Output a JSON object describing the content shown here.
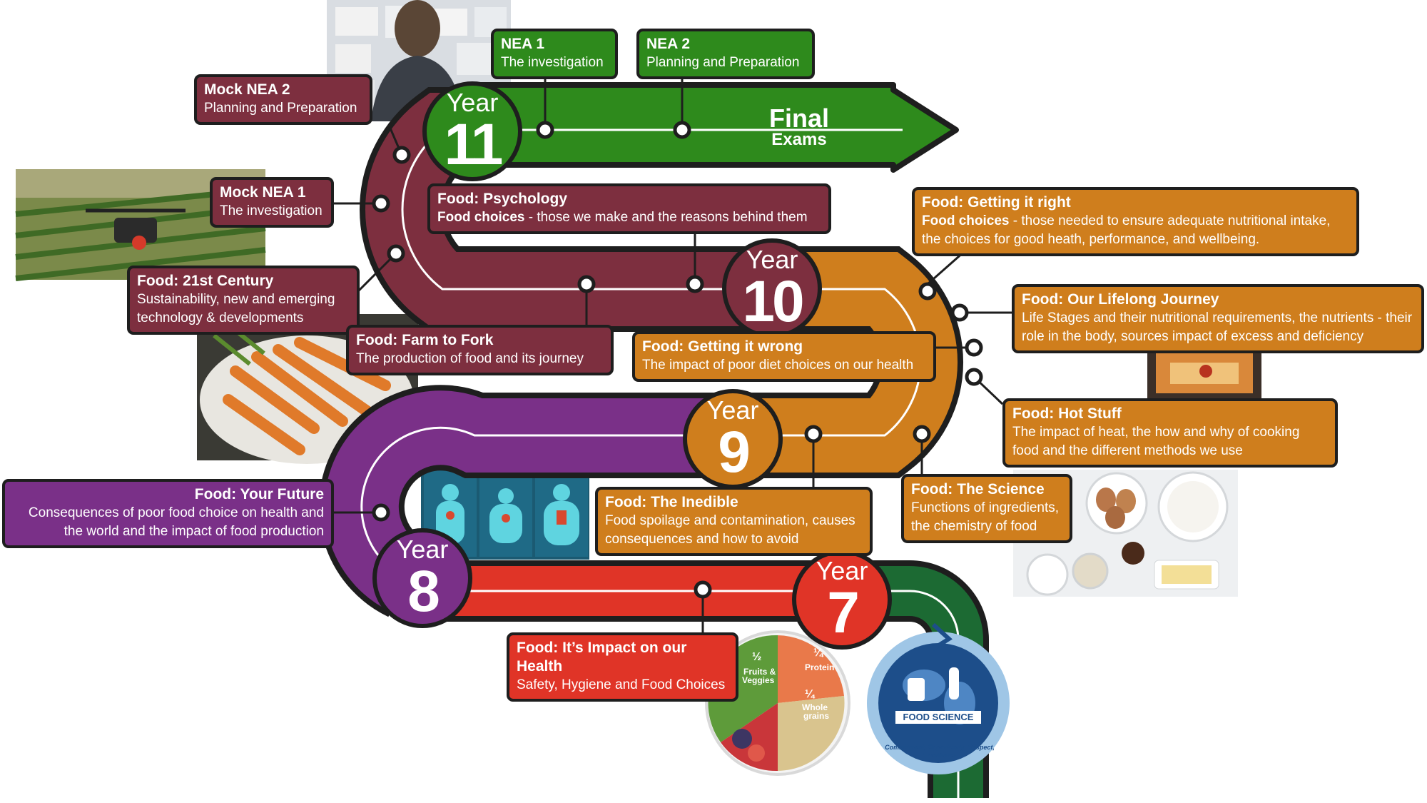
{
  "colors": {
    "year11": "#2e8a1c",
    "year10": "#7d2f3f",
    "year9": "#cf7e1d",
    "year8": "#7a3088",
    "year7": "#e03427",
    "outline": "#1e1e1e",
    "logo": "#1d4e8a"
  },
  "years": [
    {
      "word": "Year",
      "number": "11"
    },
    {
      "word": "Year",
      "number": "10"
    },
    {
      "word": "Year",
      "number": "9"
    },
    {
      "word": "Year",
      "number": "8"
    },
    {
      "word": "Year",
      "number": "7"
    }
  ],
  "final": {
    "line1": "Final",
    "line2": "Exams"
  },
  "labels": {
    "nea1": {
      "title": "NEA 1",
      "desc": "The investigation"
    },
    "nea2": {
      "title": "NEA 2",
      "desc": "Planning and Preparation"
    },
    "mock2": {
      "title": "Mock NEA 2",
      "desc": "Planning and Preparation"
    },
    "mock1": {
      "title": "Mock NEA 1",
      "desc": "The investigation"
    },
    "century": {
      "title": "Food: 21st Century",
      "desc": "Sustainability, new and emerging technology & developments"
    },
    "farm": {
      "title": "Food: Farm to Fork",
      "desc": "The production of food and its journey"
    },
    "psychology": {
      "title": "Food: Psychology",
      "desc_bold": "Food choices",
      "desc": " - those we make and the reasons behind them"
    },
    "right": {
      "title": "Food: Getting it right",
      "desc_bold": "Food choices",
      "desc": " - those needed to ensure adequate nutritional intake, the choices for good heath, performance, and wellbeing."
    },
    "lifelong": {
      "title": "Food: Our Lifelong Journey",
      "desc": "Life Stages and their nutritional requirements, the nutrients - their role in the body, sources impact of excess and deficiency"
    },
    "wrong": {
      "title": "Food: Getting it wrong",
      "desc": "The impact of poor diet choices on our health"
    },
    "hot": {
      "title": "Food: Hot Stuff",
      "desc": "The impact of heat, the how and why of cooking food and the different methods we use"
    },
    "science": {
      "title": "Food: The Science",
      "desc": "Functions of ingredients, the chemistry of food"
    },
    "inedible": {
      "title": "Food: The Inedible",
      "desc": "Food spoilage and contamination, causes consequences and how to avoid"
    },
    "future": {
      "title": "Food: Your Future",
      "desc": "Consequences of poor food choice on health and the world and the impact of food production"
    },
    "impact": {
      "title": "Food: It’s Impact on our Health",
      "desc": "Safety, Hygiene and Food Choices"
    }
  },
  "plate": {
    "half": "½",
    "fruits": "Fruits &",
    "veggies": "Veggies",
    "quarter1": "¼",
    "protein": "Protein",
    "quarter2": "¼",
    "whole": "Whole",
    "grains": "grains"
  },
  "logo": {
    "name": "FOOD SCIENCE",
    "motto": "Commitment, Opportunity, Respect, Excellence"
  },
  "icons": [
    "planning-wall-photo",
    "drone-field-photo",
    "carrots-photo",
    "body-infographic",
    "oven-photo",
    "ingredients-photo",
    "healthy-plate-photo",
    "food-science-logo"
  ]
}
